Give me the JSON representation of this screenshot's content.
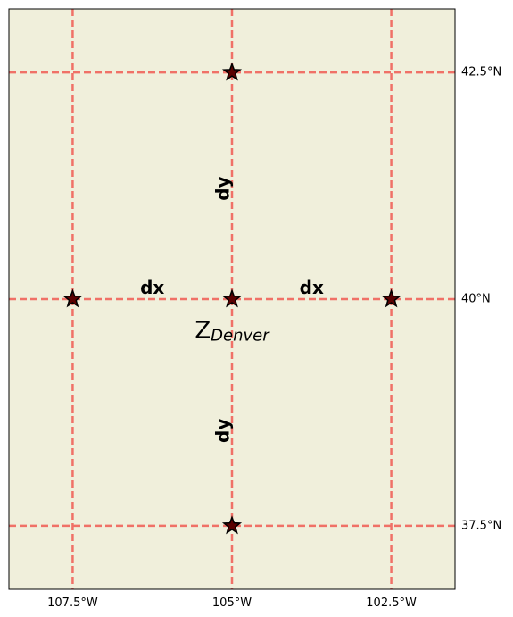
{
  "map": {
    "extent": {
      "lon_min": -108.5,
      "lon_max": -101.5,
      "lat_min": 36.8,
      "lat_max": 43.2
    },
    "land_color": "#f0efdb",
    "frame_color": "#000000",
    "grid_color": "#f07167",
    "star_fill": "#5a0000",
    "star_stroke": "#000000",
    "x_ticks": [
      {
        "value": -107.5,
        "label": "107.5°W"
      },
      {
        "value": -105.0,
        "label": "105°W"
      },
      {
        "value": -102.5,
        "label": "102.5°W"
      }
    ],
    "y_ticks": [
      {
        "value": 42.5,
        "label": "42.5°N"
      },
      {
        "value": 40.0,
        "label": "40°N"
      },
      {
        "value": 37.5,
        "label": "37.5°N"
      }
    ],
    "stars": [
      {
        "lon": -105.0,
        "lat": 42.5
      },
      {
        "lon": -107.5,
        "lat": 40.0
      },
      {
        "lon": -105.0,
        "lat": 40.0
      },
      {
        "lon": -102.5,
        "lat": 40.0
      },
      {
        "lon": -105.0,
        "lat": 37.5
      }
    ],
    "spacing_labels": [
      {
        "text": "dx",
        "lon": -106.25,
        "lat": 40.13,
        "rotate": 0
      },
      {
        "text": "dx",
        "lon": -103.75,
        "lat": 40.13,
        "rotate": 0
      },
      {
        "text": "dy",
        "lon": -105.15,
        "lat": 41.22,
        "rotate": -90
      },
      {
        "text": "dy",
        "lon": -105.15,
        "lat": 38.55,
        "rotate": -90
      }
    ],
    "center_label": {
      "main": "Z",
      "subscript": "Denver",
      "lon": -105.0,
      "lat": 39.65
    }
  }
}
